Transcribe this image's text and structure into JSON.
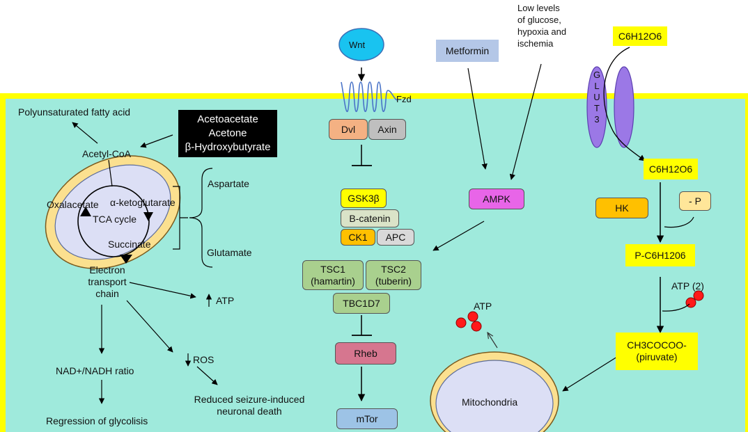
{
  "top": {
    "wnt": "Wnt",
    "fzd": "Fzd",
    "metformin": "Metformin",
    "low_levels_lines": [
      "Low levels",
      "of glucose,",
      "hypoxia and",
      "ischemia"
    ],
    "c6h12o6_outside": "C6H12O6",
    "glut3_letters": [
      "G",
      "L",
      "U",
      "T",
      "3"
    ]
  },
  "left": {
    "polyunsaturated": "Polyunsaturated fatty acid",
    "ketone_lines": [
      "Acetoacetate",
      "Acetone",
      "β-Hydroxybutyrate"
    ],
    "acetyl_coa": "Acetyl-CoA",
    "oxalacetate": "Oxalacetate",
    "alpha_kg": "α-ketoglutarate",
    "tca": "TCA cycle",
    "succinate": "Succinate",
    "aspartate": "Aspartate",
    "glutamate": "Glutamate",
    "etc_lines": [
      "Electron",
      "transport",
      "chain"
    ],
    "atp": "ATP",
    "ros": "ROS",
    "nad_ratio": "NAD+/NADH ratio",
    "regression": "Regression of glycolisis",
    "reduced_lines": [
      "Reduced seizure-induced",
      "neuronal death"
    ]
  },
  "middle": {
    "dvl": "Dvl",
    "axin": "Axin",
    "gsk3b": "GSK3β",
    "bcatenin": "B-catenin",
    "ck1": "CK1",
    "apc": "APC",
    "tsc1_lines": [
      "TSC1",
      "(hamartin)"
    ],
    "tsc2_lines": [
      "TSC2",
      "(tuberin)"
    ],
    "tbc1d7": "TBC1D7",
    "rheb": "Rheb",
    "mtor": "mTor",
    "ampk": "AMPK"
  },
  "right": {
    "c6h12o6_inside": "C6H12O6",
    "hk": "HK",
    "minus_p": "- P",
    "p_glucose": "P-C6H1206",
    "atp2": "ATP (2)",
    "pyruvate_lines": [
      "CH3COCOO-",
      "(piruvate)"
    ],
    "atp": "ATP",
    "mitochondria": "Mitochondria"
  },
  "colors": {
    "cell_fill": "#9feadc",
    "membrane": "#ffff00",
    "wnt": "#19c3f0",
    "metformin": "#b4c7e7",
    "glut3": "#9b78e6",
    "dvl": "#f4b183",
    "axin": "#bfbfbf",
    "gsk3b": "#ffff00",
    "bcatenin": "#dae3c8",
    "ck1": "#ffc000",
    "apc": "#d9d9d9",
    "tsc": "#a9d08e",
    "rheb": "#d6768f",
    "mtor": "#9dc3e6",
    "ampk": "#e865e8",
    "hk": "#ffc000",
    "minus_p": "#ffe699",
    "atp_dots": "#ff1a1a",
    "mito_ring": "#fbe08f",
    "mito_inner": "#dcdff5",
    "ketone_box": "#000000"
  }
}
